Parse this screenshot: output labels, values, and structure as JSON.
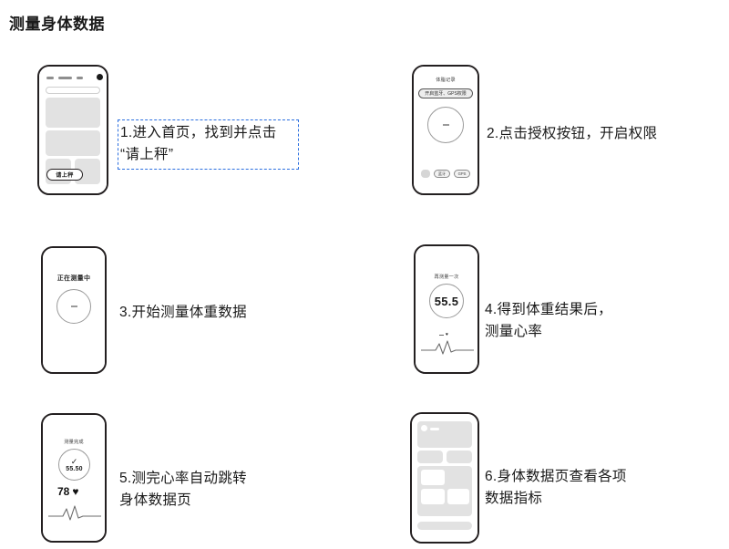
{
  "page": {
    "title": "测量身体数据"
  },
  "steps": [
    {
      "number": "1",
      "caption": "1.进入首页，找到并点击\n  “请上秤”",
      "highlighted": true,
      "highlight_color": "#2b6fe0",
      "phone": {
        "screen_name": "home-page",
        "cta_label": "请上秤",
        "header_dots": 3,
        "has_search_bar": true
      }
    },
    {
      "number": "2",
      "caption": "2.点击授权按钮，开启权限",
      "highlighted": false,
      "phone": {
        "screen_name": "authorization-page",
        "header_title": "体脂记录",
        "grant_label": "开启蓝牙、GPS权限",
        "footer_buttons": [
          "蓝牙",
          "GPS"
        ]
      }
    },
    {
      "number": "3",
      "caption": "3.开始测量体重数据",
      "highlighted": false,
      "phone": {
        "screen_name": "measuring-page",
        "status_label": "正在测量中"
      }
    },
    {
      "number": "4",
      "caption": "4.得到体重结果后，\n  测量心率",
      "highlighted": false,
      "phone": {
        "screen_name": "weight-result-page",
        "status_label": "再测量一次",
        "weight_value": "55.5",
        "has_ecg": true
      }
    },
    {
      "number": "5",
      "caption": "5.测完心率自动跳转\n  身体数据页",
      "highlighted": false,
      "phone": {
        "screen_name": "measure-complete-page",
        "status_label": "测量完成",
        "weight_value": "55.50",
        "heart_rate": "78",
        "check_icon": "✓",
        "heart_icon": "♥",
        "has_ecg": true
      }
    },
    {
      "number": "6",
      "caption": "6.身体数据页查看各项\n  数据指标",
      "highlighted": false,
      "phone": {
        "screen_name": "body-data-page"
      }
    }
  ]
}
